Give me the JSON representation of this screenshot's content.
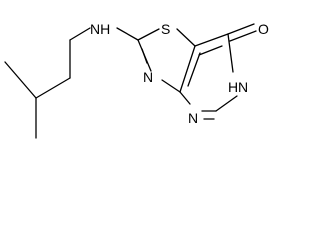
{
  "atoms": {
    "amine": "NH",
    "sulfur": "S",
    "carbonyl_oxygen": "O",
    "thiazole_nitrogen": "N",
    "pyrimidine_nitrogen": "N",
    "ring_nh": "NH",
    "ring_nh_prefix": "H",
    "ring_nh_atom": "N"
  }
}
